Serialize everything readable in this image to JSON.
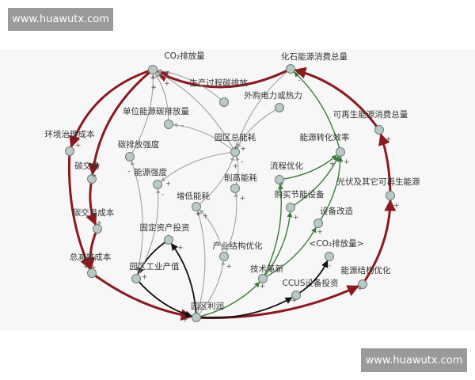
{
  "watermarks": {
    "top_left": "www.huawutx.com",
    "bottom_right": "www.huawutx.com"
  },
  "colors": {
    "red": "#8b1a1f",
    "green": "#3a7d3a",
    "black": "#111111",
    "gray": "#a0a0a0",
    "node": "#b9cac4"
  },
  "nodes": [
    {
      "id": "co2",
      "label": "CO₂排放量"
    },
    {
      "id": "fossil",
      "label": "化石能源消费总量"
    },
    {
      "id": "process",
      "label": "生产过程碳排放"
    },
    {
      "id": "purchased",
      "label": "外购电力或热力"
    },
    {
      "id": "unitcarbon",
      "label": "单位能源碳排放量"
    },
    {
      "id": "totalenergy",
      "label": "园区总能耗"
    },
    {
      "id": "efficiency",
      "label": "能源转化效率"
    },
    {
      "id": "renewable",
      "label": "可再生能源消费总量"
    },
    {
      "id": "envcost",
      "label": "环境治理成本"
    },
    {
      "id": "carbonintensity",
      "label": "碳排放强度"
    },
    {
      "id": "trade",
      "label": "碳交易"
    },
    {
      "id": "energyintensity",
      "label": "能源强度"
    },
    {
      "id": "cuthigh",
      "label": "削高能耗"
    },
    {
      "id": "addlow",
      "label": "增低能耗"
    },
    {
      "id": "processopt",
      "label": "流程优化"
    },
    {
      "id": "buyequip",
      "label": "购买节能设备"
    },
    {
      "id": "pv",
      "label": "光伏及其它可再生能源"
    },
    {
      "id": "retrofit",
      "label": "设备改造"
    },
    {
      "id": "tradecost",
      "label": "碳交易成本"
    },
    {
      "id": "fixedinvest",
      "label": "固定资产投资"
    },
    {
      "id": "co2shadow",
      "label": "<CO₂排放量>"
    },
    {
      "id": "structure",
      "label": "产业结构优化"
    },
    {
      "id": "reductioncost",
      "label": "总减排成本"
    },
    {
      "id": "output",
      "label": "园区工业产值"
    },
    {
      "id": "innovation",
      "label": "技术革新"
    },
    {
      "id": "ccus",
      "label": "CCUS设备投资"
    },
    {
      "id": "energystructure",
      "label": "能源结构优化"
    },
    {
      "id": "profit",
      "label": "园区利润"
    }
  ],
  "edges": [
    {
      "from": "fossil",
      "to": "co2",
      "type": "red",
      "sign": "+"
    },
    {
      "from": "co2",
      "to": "envcost",
      "type": "red",
      "sign": "+"
    },
    {
      "from": "co2",
      "to": "trade",
      "type": "red",
      "sign": "+"
    },
    {
      "from": "envcost",
      "to": "reductioncost",
      "type": "red",
      "sign": "+"
    },
    {
      "from": "trade",
      "to": "tradecost",
      "type": "red",
      "sign": "+"
    },
    {
      "from": "tradecost",
      "to": "reductioncost",
      "type": "red",
      "sign": "+"
    },
    {
      "from": "reductioncost",
      "to": "profit",
      "type": "red",
      "sign": "-"
    },
    {
      "from": "profit",
      "to": "energystructure",
      "type": "red",
      "sign": "+"
    },
    {
      "from": "energystructure",
      "to": "pv",
      "type": "red",
      "sign": "+"
    },
    {
      "from": "pv",
      "to": "renewable",
      "type": "red",
      "sign": "+"
    },
    {
      "from": "renewable",
      "to": "fossil",
      "type": "red",
      "sign": "-"
    },
    {
      "from": "efficiency",
      "to": "fossil",
      "type": "green",
      "sign": "-"
    },
    {
      "from": "processopt",
      "to": "efficiency",
      "type": "green",
      "sign": "+"
    },
    {
      "from": "buyequip",
      "to": "efficiency",
      "type": "green",
      "sign": "+"
    },
    {
      "from": "retrofit",
      "to": "efficiency",
      "type": "green",
      "sign": "+"
    },
    {
      "from": "innovation",
      "to": "processopt",
      "type": "green",
      "sign": "+"
    },
    {
      "from": "innovation",
      "to": "buyequip",
      "type": "green",
      "sign": "+"
    },
    {
      "from": "innovation",
      "to": "retrofit",
      "type": "green",
      "sign": "+"
    },
    {
      "from": "profit",
      "to": "innovation",
      "type": "green",
      "sign": "+"
    },
    {
      "from": "profit",
      "to": "ccus",
      "type": "black",
      "sign": "+"
    },
    {
      "from": "ccus",
      "to": "co2shadow",
      "type": "black",
      "sign": "-"
    },
    {
      "from": "profit",
      "to": "fixedinvest",
      "type": "black",
      "sign": "+"
    },
    {
      "from": "fixedinvest",
      "to": "output",
      "type": "black",
      "sign": "+"
    },
    {
      "from": "output",
      "to": "profit",
      "type": "black",
      "sign": "+"
    },
    {
      "from": "process",
      "to": "co2",
      "type": "gray",
      "sign": "+"
    },
    {
      "from": "totalenergy",
      "to": "co2",
      "type": "gray",
      "sign": "+"
    },
    {
      "from": "unitcarbon",
      "to": "co2",
      "type": "gray",
      "sign": "+"
    },
    {
      "from": "totalenergy",
      "to": "unitcarbon",
      "type": "gray",
      "sign": "-"
    },
    {
      "from": "purchased",
      "to": "totalenergy",
      "type": "gray",
      "sign": "+"
    },
    {
      "from": "fossil",
      "to": "totalenergy",
      "type": "gray",
      "sign": "+"
    },
    {
      "from": "output",
      "to": "carbonintensity",
      "type": "gray",
      "sign": "-"
    },
    {
      "from": "output",
      "to": "energyintensity",
      "type": "gray",
      "sign": "-"
    },
    {
      "from": "totalenergy",
      "to": "energyintensity",
      "type": "gray",
      "sign": "+"
    },
    {
      "from": "carbonintensity",
      "to": "co2",
      "type": "gray",
      "sign": "+"
    },
    {
      "from": "profit",
      "to": "addlow",
      "type": "gray",
      "sign": "+"
    },
    {
      "from": "profit",
      "to": "structure",
      "type": "gray",
      "sign": "+"
    },
    {
      "from": "structure",
      "to": "addlow",
      "type": "gray",
      "sign": "+"
    },
    {
      "from": "structure",
      "to": "cuthigh",
      "type": "gray",
      "sign": "+"
    },
    {
      "from": "cuthigh",
      "to": "totalenergy",
      "type": "gray",
      "sign": "-"
    },
    {
      "from": "addlow",
      "to": "totalenergy",
      "type": "gray",
      "sign": "+"
    }
  ]
}
